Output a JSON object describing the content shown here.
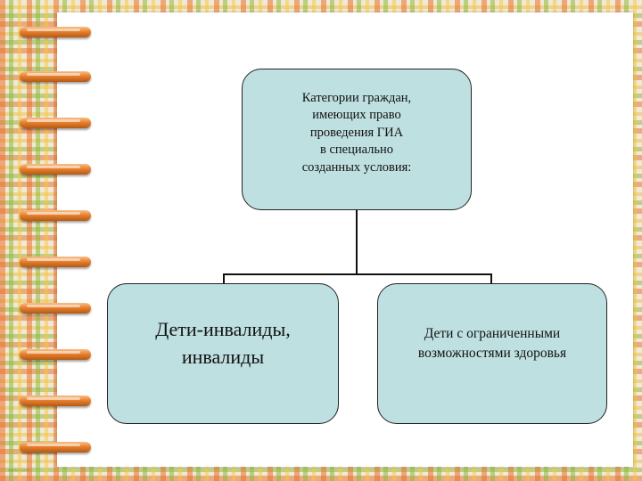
{
  "diagram": {
    "top_box": "Категории граждан,\nимеющих право\nпроведения ГИА\nв специально\nсозданных условия:",
    "left_box": "Дети-инвалиды,\nинвалиды",
    "right_box": "Дети с ограниченными\nвозможностями здоровья"
  },
  "decor": {
    "background": "plaid-orange-green-yellow",
    "ring_color": "#e9812e",
    "box_fill": "#bfe0e1",
    "rings_count": 10
  }
}
